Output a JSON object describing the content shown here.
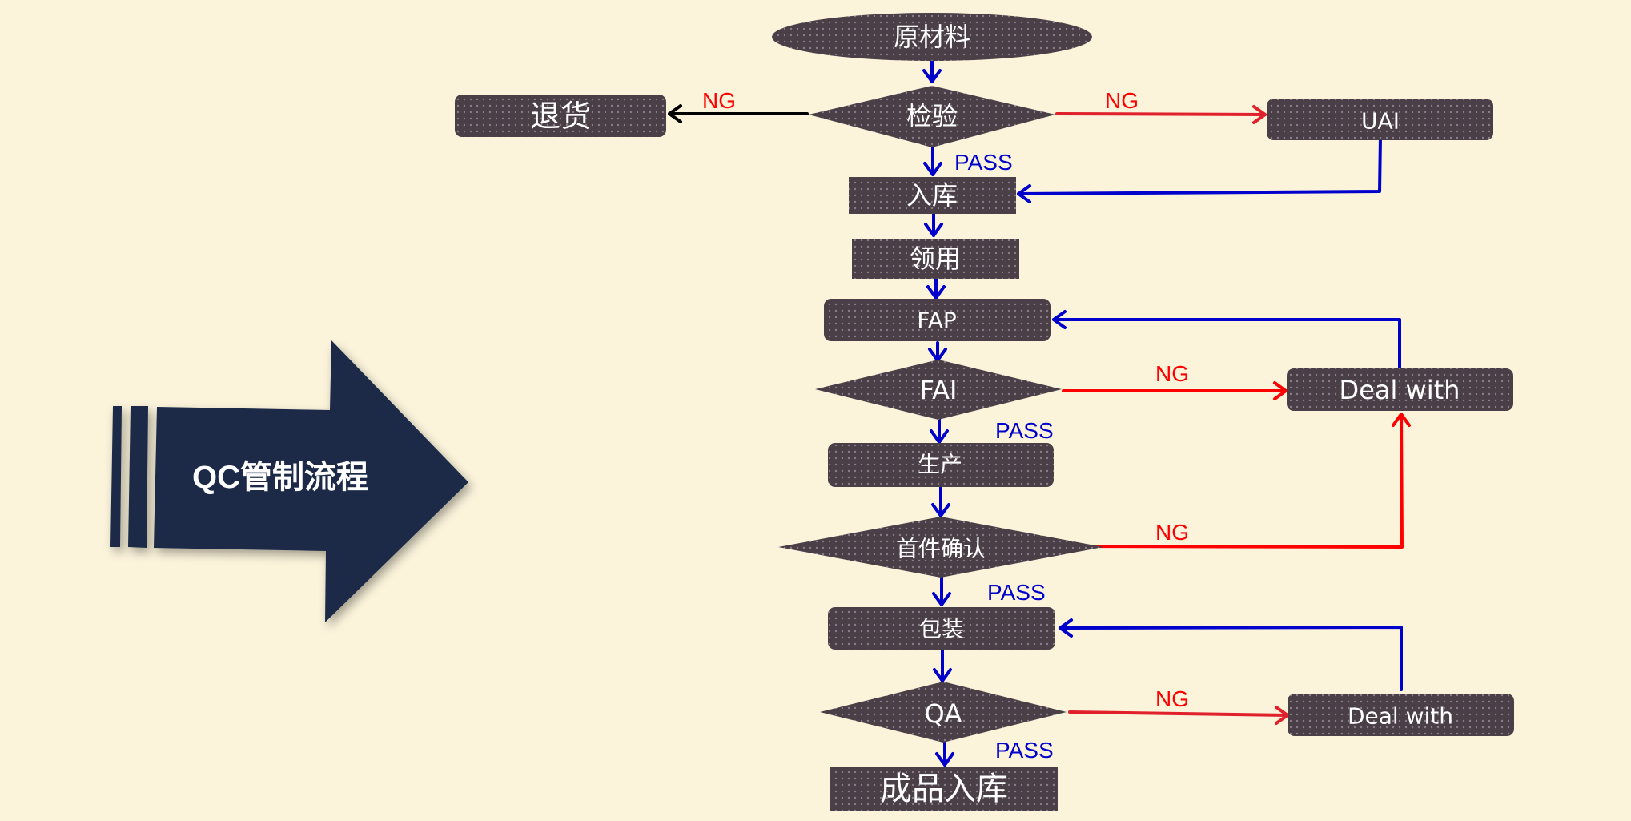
{
  "title": "QC管制流程",
  "colors": {
    "background": "#fbf3da",
    "node_fill": "#4a3f47",
    "hero_arrow": "#1a2a46",
    "pass_line": "#0000cc",
    "ng_line": "#e0202a",
    "reject_line": "#000000"
  },
  "nodes": {
    "raw_material": "原材料",
    "inspection": "检验",
    "return_goods": "退货",
    "uai": "UAI",
    "warehouse_in": "入库",
    "requisition": "领用",
    "fap": "FAP",
    "fai": "FAI",
    "deal_with_1": "Deal with",
    "production": "生产",
    "first_article_confirm": "首件确认",
    "packaging": "包装",
    "qa": "QA",
    "deal_with_2": "Deal with",
    "finished_goods_in": "成品入库"
  },
  "edge_labels": {
    "ng_return": "NG",
    "ng_uai": "NG",
    "pass_inspection": "PASS",
    "ng_fai": "NG",
    "pass_fai": "PASS",
    "ng_first_article": "NG",
    "pass_first_article": "PASS",
    "ng_qa": "NG",
    "pass_qa": "PASS"
  }
}
